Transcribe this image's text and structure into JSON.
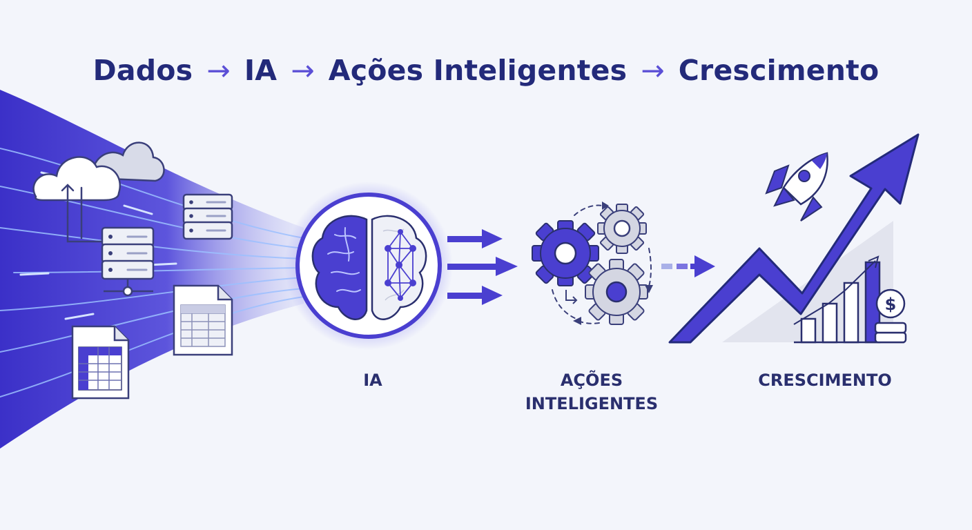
{
  "headline": {
    "step1": "Dados",
    "step2": "IA",
    "step3": "Ações Inteligentes",
    "step4": "Crescimento",
    "separator": "→"
  },
  "stages": {
    "ia": "IA",
    "acoes_line1": "AÇÕES",
    "acoes_line2": "INTELIGENTES",
    "crescimento": "CRESCIMENTO"
  },
  "icons": {
    "dollar_symbol": "$"
  },
  "colors": {
    "primary": "#4a3fd0",
    "navy": "#232a7a",
    "light_blue": "#8fb2ff",
    "gray": "#c9cbd6",
    "background": "#f3f5fb"
  }
}
